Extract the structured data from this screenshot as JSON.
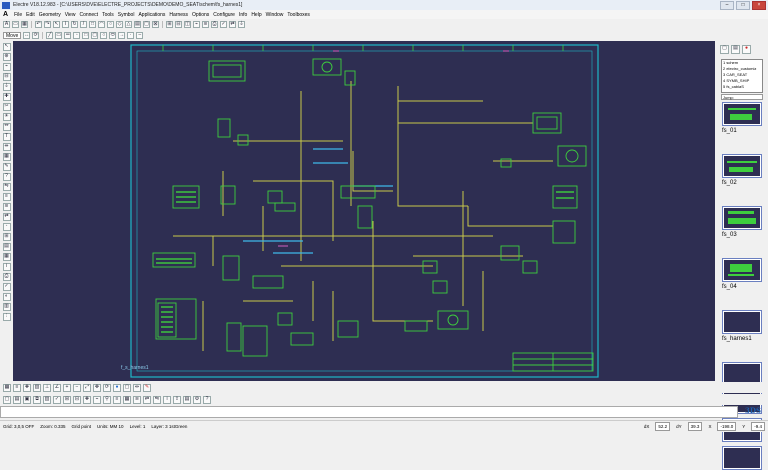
{
  "window": {
    "title": "Electre V18.12.983 - [C:\\USERS\\DVE\\ELECTRE_PROJECTS\\DEMO\\DEMO_SEAT\\schem\\fs_harnes1]",
    "minimize": "–",
    "maximize": "□",
    "close": "×"
  },
  "menu": {
    "logo": "A",
    "items": [
      "File",
      "Edit",
      "Geometry",
      "View",
      "Connect",
      "Tools",
      "Symbol",
      "Applications",
      "Harness",
      "Options",
      "Configure",
      "Info",
      "Help",
      "Window",
      "Toolboxes"
    ]
  },
  "toolbar": {
    "move_label": "Move"
  },
  "canvas": {
    "sheet_label": "f_s_harnes1",
    "colors": {
      "background": "#2e2e52",
      "frame": "#1fb8c8",
      "wire": "#c8c84a",
      "symbol": "#3ecf3e",
      "accent_cyan": "#3fb7e8",
      "accent_magenta": "#d060c0"
    }
  },
  "sheets": {
    "items": [
      "1 schem",
      "2 electro_customiz",
      "3 CAR_SEAT",
      "4 SYMB_SHIP",
      "5 fs_cablaS"
    ],
    "jump_label": "Jump:",
    "thumbs": [
      "fs_01",
      "fs_02",
      "fs_03",
      "fs_04",
      "fs_harnes1"
    ]
  },
  "status": {
    "grid": "Grid: 3,0,5  OFF",
    "zoom": "Zoom: 0.335",
    "snap": "Grid point",
    "units": "Units: MM  10",
    "level": "Level: 1",
    "layer": "Layer: 3 1stGreen",
    "dx_label": "dX",
    "dx": "52.2",
    "dy_label": "dY",
    "dy": "39.3",
    "x_label": "X",
    "x": "-198.0",
    "y_label": "Y",
    "y": "-9.4"
  },
  "brand": {
    "logo_text": "3DS"
  }
}
